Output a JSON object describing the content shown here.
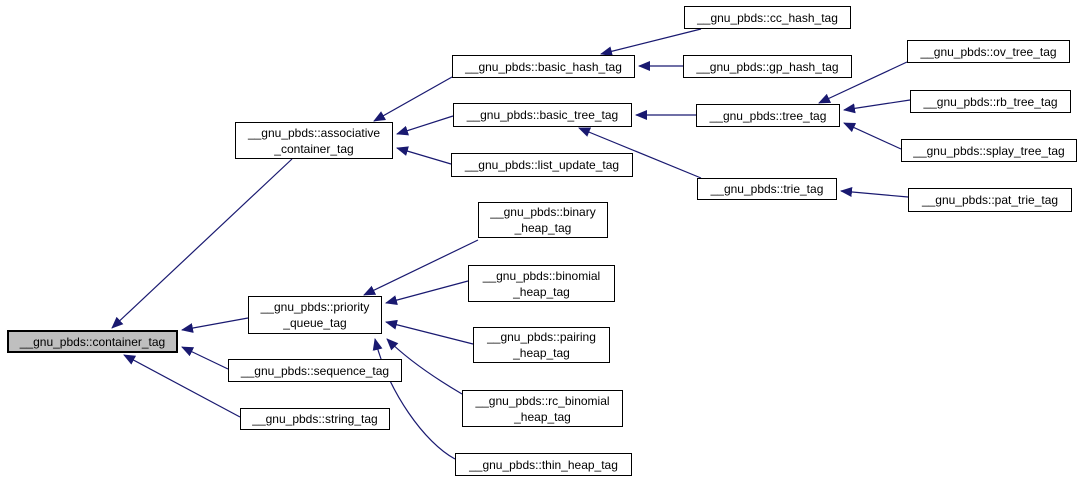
{
  "diagram": {
    "kind": "doxygen-inheritance-graph",
    "edge_color": "#191970",
    "node_fill": "#ffffff",
    "node_border": "#000000",
    "highlight_fill": "#bfbfbf",
    "nodes": {
      "container_tag": {
        "label": "__gnu_pbds::container_tag",
        "highlighted": true
      },
      "associative_container_tag": {
        "label": "__gnu_pbds::associative\n_container_tag",
        "highlighted": false
      },
      "basic_hash_tag": {
        "label": "__gnu_pbds::basic_hash_tag",
        "highlighted": false
      },
      "cc_hash_tag": {
        "label": "__gnu_pbds::cc_hash_tag",
        "highlighted": false
      },
      "gp_hash_tag": {
        "label": "__gnu_pbds::gp_hash_tag",
        "highlighted": false
      },
      "basic_tree_tag": {
        "label": "__gnu_pbds::basic_tree_tag",
        "highlighted": false
      },
      "tree_tag": {
        "label": "__gnu_pbds::tree_tag",
        "highlighted": false
      },
      "ov_tree_tag": {
        "label": "__gnu_pbds::ov_tree_tag",
        "highlighted": false
      },
      "rb_tree_tag": {
        "label": "__gnu_pbds::rb_tree_tag",
        "highlighted": false
      },
      "splay_tree_tag": {
        "label": "__gnu_pbds::splay_tree_tag",
        "highlighted": false
      },
      "trie_tag": {
        "label": "__gnu_pbds::trie_tag",
        "highlighted": false
      },
      "pat_trie_tag": {
        "label": "__gnu_pbds::pat_trie_tag",
        "highlighted": false
      },
      "list_update_tag": {
        "label": "__gnu_pbds::list_update_tag",
        "highlighted": false
      },
      "priority_queue_tag": {
        "label": "__gnu_pbds::priority\n_queue_tag",
        "highlighted": false
      },
      "binary_heap_tag": {
        "label": "__gnu_pbds::binary\n_heap_tag",
        "highlighted": false
      },
      "binomial_heap_tag": {
        "label": "__gnu_pbds::binomial\n_heap_tag",
        "highlighted": false
      },
      "pairing_heap_tag": {
        "label": "__gnu_pbds::pairing\n_heap_tag",
        "highlighted": false
      },
      "rc_binomial_heap_tag": {
        "label": "__gnu_pbds::rc_binomial\n_heap_tag",
        "highlighted": false
      },
      "thin_heap_tag": {
        "label": "__gnu_pbds::thin_heap_tag",
        "highlighted": false
      },
      "sequence_tag": {
        "label": "__gnu_pbds::sequence_tag",
        "highlighted": false
      },
      "string_tag": {
        "label": "__gnu_pbds::string_tag",
        "highlighted": false
      }
    },
    "edges": [
      {
        "from": "associative_container_tag",
        "to": "container_tag"
      },
      {
        "from": "priority_queue_tag",
        "to": "container_tag"
      },
      {
        "from": "sequence_tag",
        "to": "container_tag"
      },
      {
        "from": "string_tag",
        "to": "container_tag"
      },
      {
        "from": "basic_hash_tag",
        "to": "associative_container_tag"
      },
      {
        "from": "basic_tree_tag",
        "to": "associative_container_tag"
      },
      {
        "from": "list_update_tag",
        "to": "associative_container_tag"
      },
      {
        "from": "cc_hash_tag",
        "to": "basic_hash_tag"
      },
      {
        "from": "gp_hash_tag",
        "to": "basic_hash_tag"
      },
      {
        "from": "tree_tag",
        "to": "basic_tree_tag"
      },
      {
        "from": "trie_tag",
        "to": "basic_tree_tag"
      },
      {
        "from": "ov_tree_tag",
        "to": "tree_tag"
      },
      {
        "from": "rb_tree_tag",
        "to": "tree_tag"
      },
      {
        "from": "splay_tree_tag",
        "to": "tree_tag"
      },
      {
        "from": "pat_trie_tag",
        "to": "trie_tag"
      },
      {
        "from": "binary_heap_tag",
        "to": "priority_queue_tag"
      },
      {
        "from": "binomial_heap_tag",
        "to": "priority_queue_tag"
      },
      {
        "from": "pairing_heap_tag",
        "to": "priority_queue_tag"
      },
      {
        "from": "rc_binomial_heap_tag",
        "to": "priority_queue_tag"
      },
      {
        "from": "thin_heap_tag",
        "to": "priority_queue_tag"
      }
    ]
  }
}
